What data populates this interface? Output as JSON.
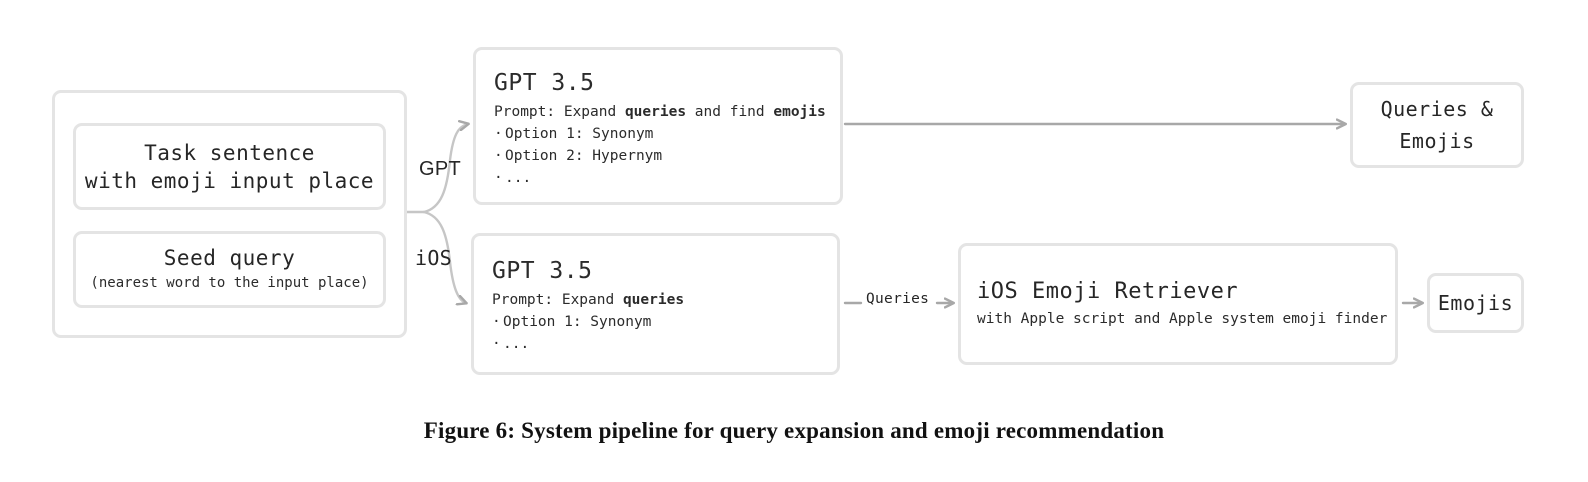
{
  "figure": {
    "caption": "Figure 6: System pipeline for query expansion and emoji recommendation",
    "colors": {
      "box_border": "#e4e4e4",
      "text": "#262626",
      "arrow": "#a8a8a8",
      "background": "#ffffff"
    }
  },
  "input_group": {
    "task_box": {
      "line1": "Task sentence",
      "line2": "with emoji input place"
    },
    "seed_box": {
      "line1": "Seed query",
      "line2": "(nearest word to the input place)"
    }
  },
  "branches": {
    "gpt_label": "GPT",
    "ios_label": "iOS"
  },
  "gpt_top": {
    "title": "GPT 3.5",
    "prompt_prefix": "Prompt: Expand ",
    "prompt_bold1": "queries",
    "prompt_mid": " and find ",
    "prompt_bold2": "emojis",
    "options": [
      "Option 1: Synonym",
      "Option 2: Hypernym",
      "..."
    ],
    "bullet": "·"
  },
  "gpt_bottom": {
    "title": "GPT 3.5",
    "prompt_prefix": "Prompt: Expand ",
    "prompt_bold1": "queries",
    "options": [
      "Option 1: Synonym",
      "..."
    ],
    "bullet": "·"
  },
  "retriever": {
    "title": "iOS Emoji Retriever",
    "subtitle": "with Apple script and Apple system emoji finder"
  },
  "outputs": {
    "queries_and_emojis": {
      "line1": "Queries &",
      "line2": "Emojis"
    },
    "emojis": "Emojis"
  },
  "edges": {
    "queries_label": "Queries"
  }
}
